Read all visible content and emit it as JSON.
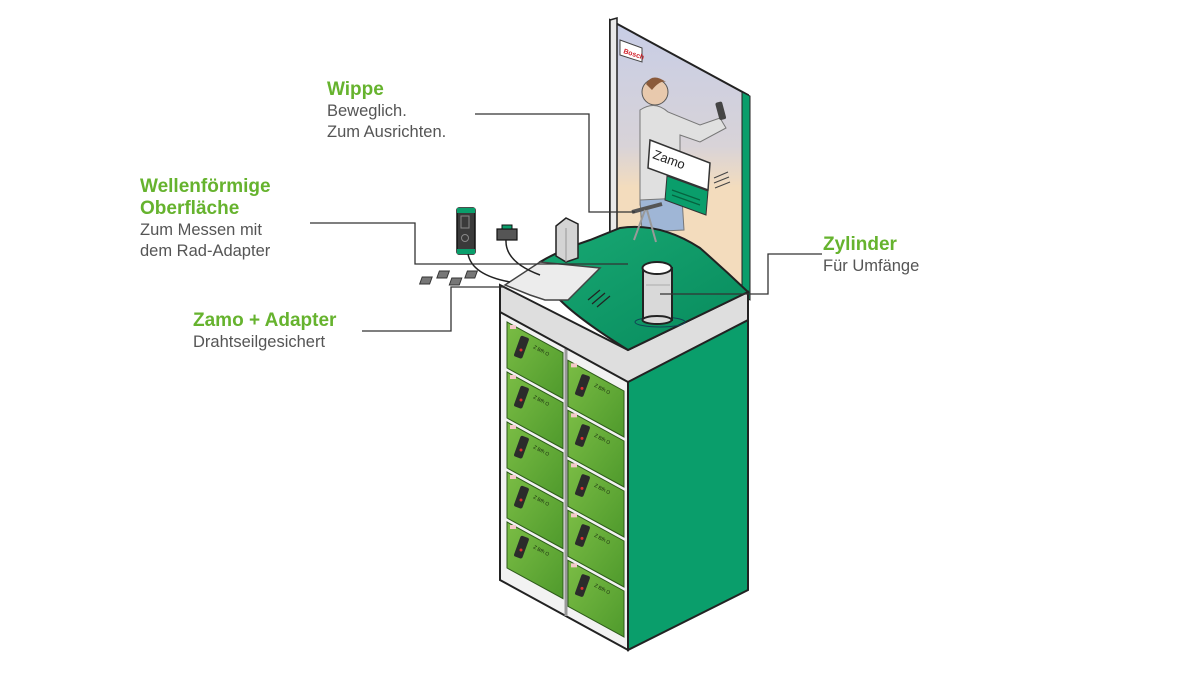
{
  "colors": {
    "label_title": "#66b32e",
    "label_text": "#555555",
    "leader_line": "#333333",
    "cabinet_green": "#0a9e6b",
    "compartment_green": "#6aa83a",
    "panel_beige": "#f3dcbd",
    "panel_sky": "#c9cfe6",
    "cylinder_grey": "#dcdcdc"
  },
  "callouts": [
    {
      "id": "wippe",
      "title": "Wippe",
      "lines": [
        "Beweglich.",
        "Zum Ausrichten."
      ]
    },
    {
      "id": "wellen",
      "title_lines": [
        "Wellenförmige",
        "Oberfläche"
      ],
      "lines": [
        "Zum Messen mit",
        "dem Rad-Adapter"
      ]
    },
    {
      "id": "zamo",
      "title": "Zamo + Adapter",
      "lines": [
        "Drahtseilgesichert"
      ]
    },
    {
      "id": "zylinder",
      "title": "Zylinder",
      "lines": [
        "Für Umfänge"
      ]
    }
  ],
  "illustration": {
    "poster_brand": "Bosch",
    "poster_sign": "Zamo",
    "compartment_rows": 5,
    "compartment_cols": 2,
    "compartment_text": "Z Bfh O"
  }
}
